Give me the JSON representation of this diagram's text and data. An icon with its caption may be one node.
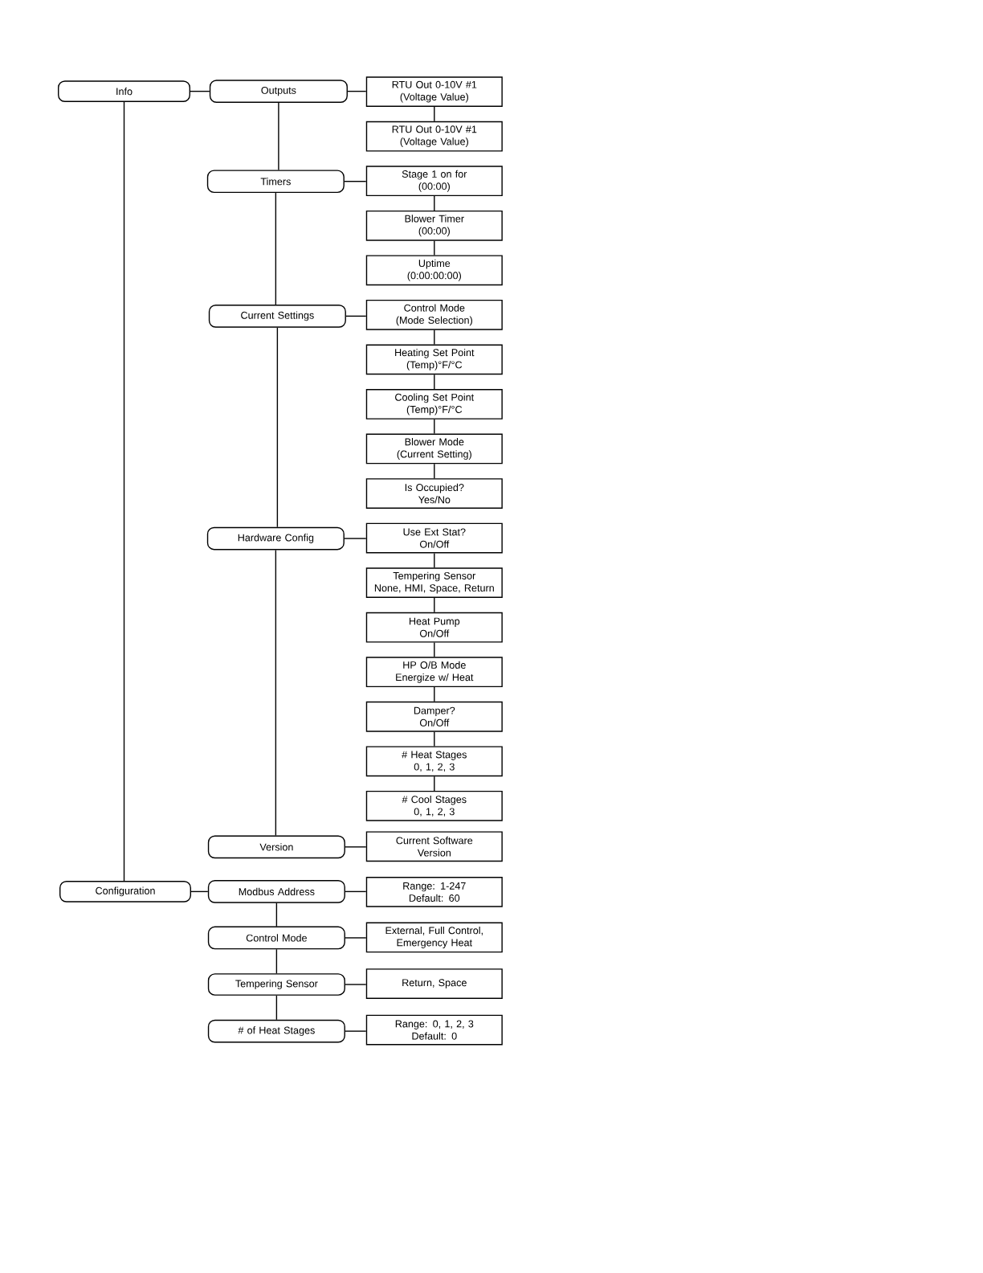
{
  "diagram": {
    "nodes": [
      {
        "text": [
          "Info"
        ]
      },
      {
        "text": [
          "Outputs"
        ]
      },
      {
        "text": [
          "RTU Out 0-10V #1",
          "(Voltage Value)"
        ]
      },
      {
        "text": [
          "RTU Out 0-10V #1",
          "(Voltage Value)"
        ]
      },
      {
        "text": [
          "Timers"
        ]
      },
      {
        "text": [
          "Stage 1 on for",
          "(00:00)"
        ]
      },
      {
        "text": [
          "Blower Timer",
          "(00:00)"
        ]
      },
      {
        "text": [
          "Uptime",
          "(0:00:00:00)"
        ]
      },
      {
        "text": [
          "Current Settings"
        ]
      },
      {
        "text": [
          "Control Mode",
          "(Mode Selection)"
        ]
      },
      {
        "text": [
          "Heating Set Point",
          "(Temp)°F/°C"
        ]
      },
      {
        "text": [
          "Cooling Set Point",
          "(Temp)°F/°C"
        ]
      },
      {
        "text": [
          "Blower Mode",
          "(Current Setting)"
        ]
      },
      {
        "text": [
          "Is Occupied?",
          "Yes/No"
        ]
      },
      {
        "text": [
          "Hardware Config"
        ]
      },
      {
        "text": [
          "Use Ext Stat?",
          "On/Off"
        ]
      },
      {
        "text": [
          "Tempering Sensor",
          "None, HMI, Space, Return"
        ]
      },
      {
        "text": [
          "Heat Pump",
          "On/Off"
        ]
      },
      {
        "text": [
          "HP O/B Mode",
          "Energize w/ Heat"
        ]
      },
      {
        "text": [
          "Damper?",
          "On/Off"
        ]
      },
      {
        "text": [
          "# Heat Stages",
          "0, 1, 2, 3"
        ]
      },
      {
        "text": [
          "# Cool Stages",
          "0, 1, 2, 3"
        ]
      },
      {
        "text": [
          "Version"
        ]
      },
      {
        "text": [
          "Current Software Version"
        ]
      },
      {
        "text": [
          "Configuration"
        ]
      },
      {
        "text": [
          "Modbus Address"
        ]
      },
      {
        "text": [
          "Range: 1-247",
          "Default: 60"
        ]
      },
      {
        "text": [
          "Control Mode"
        ]
      },
      {
        "text": [
          "External, Full Control, Emergency Heat"
        ]
      },
      {
        "text": [
          "Tempering Sensor"
        ]
      },
      {
        "text": [
          "Return, Space"
        ]
      },
      {
        "text": [
          "# of Heat Stages"
        ]
      },
      {
        "text": [
          "Range: 0, 1, 2, 3",
          "Default: 0"
        ]
      }
    ],
    "edges": [
      {
        "from": 0,
        "to": 1,
        "arrow": "none"
      },
      {
        "from": 1,
        "to": 2,
        "arrow": "none"
      },
      {
        "from": 2,
        "to": 3,
        "arrow": "none"
      },
      {
        "from": 1,
        "to": 4,
        "arrow": "none"
      },
      {
        "from": 4,
        "to": 5,
        "arrow": "none"
      },
      {
        "from": 5,
        "to": 6,
        "arrow": "none"
      },
      {
        "from": 6,
        "to": 7,
        "arrow": "none"
      },
      {
        "from": 4,
        "to": 8,
        "arrow": "none"
      },
      {
        "from": 8,
        "to": 9,
        "arrow": "none"
      },
      {
        "from": 9,
        "to": 10,
        "arrow": "none"
      },
      {
        "from": 10,
        "to": 11,
        "arrow": "none"
      },
      {
        "from": 11,
        "to": 12,
        "arrow": "none"
      },
      {
        "from": 12,
        "to": 13,
        "arrow": "none"
      },
      {
        "from": 8,
        "to": 14,
        "arrow": "none"
      },
      {
        "from": 14,
        "to": 15,
        "arrow": "none"
      },
      {
        "from": 15,
        "to": 16,
        "arrow": "none"
      },
      {
        "from": 16,
        "to": 17,
        "arrow": "none"
      },
      {
        "from": 17,
        "to": 18,
        "arrow": "none"
      },
      {
        "from": 18,
        "to": 19,
        "arrow": "none"
      },
      {
        "from": 19,
        "to": 20,
        "arrow": "none"
      },
      {
        "from": 20,
        "to": 21,
        "arrow": "none"
      },
      {
        "from": 14,
        "to": 22,
        "arrow": "none"
      },
      {
        "from": 22,
        "to": 23,
        "arrow": "none"
      },
      {
        "from": 0,
        "to": 24,
        "arrow": "none"
      },
      {
        "from": 24,
        "to": 25,
        "arrow": "none"
      },
      {
        "from": 25,
        "to": 26,
        "arrow": "none"
      },
      {
        "from": 25,
        "to": 27,
        "arrow": "none"
      },
      {
        "from": 27,
        "to": 28,
        "arrow": "none"
      },
      {
        "from": 27,
        "to": 29,
        "arrow": "none"
      },
      {
        "from": 29,
        "to": 30,
        "arrow": "none"
      },
      {
        "from": 29,
        "to": 31,
        "arrow": "none"
      },
      {
        "from": 31,
        "to": 32,
        "arrow": "none"
      }
    ]
  }
}
